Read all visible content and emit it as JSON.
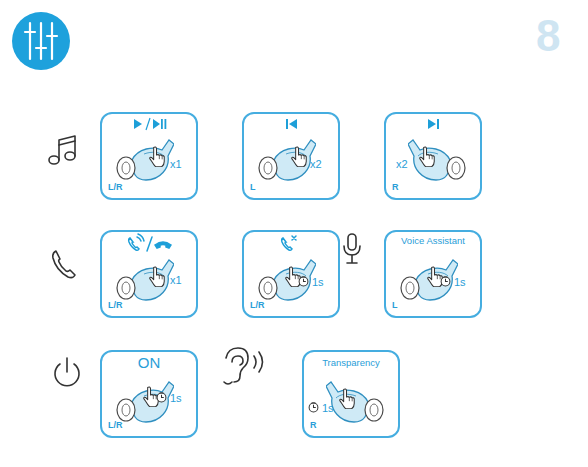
{
  "diagram": {
    "nodes": [
      {
        "text": [
          "x1",
          "L/R"
        ]
      },
      {
        "text": [
          "x2",
          "L"
        ]
      },
      {
        "text": [
          "x2",
          "R"
        ]
      },
      {
        "text": [
          "x1",
          "L/R"
        ]
      },
      {
        "text": [
          "1s",
          "L/R"
        ]
      },
      {
        "text": [
          "Voice Assistant",
          "1s",
          "L"
        ]
      },
      {
        "text": [
          "ON",
          "1s",
          "L/R"
        ]
      },
      {
        "text": [
          "Transparency",
          "1s",
          "R"
        ]
      }
    ],
    "labels": [
      "8"
    ]
  }
}
